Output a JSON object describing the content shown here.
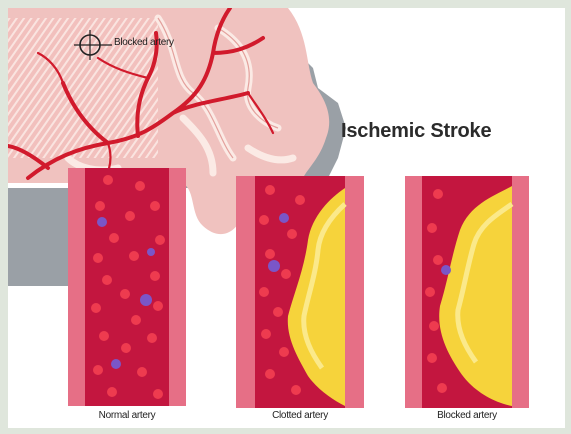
{
  "title": "Ischemic Stroke",
  "callout": "Blocked artery",
  "panels": [
    {
      "caption": "Normal artery",
      "state": "normal"
    },
    {
      "caption": "Clotted artery",
      "state": "clotted"
    },
    {
      "caption": "Blocked artery",
      "state": "blocked"
    }
  ],
  "colors": {
    "wall": "#e66f86",
    "blood": "#c3163f",
    "cell": "#ee3b4f",
    "platelet": "#7a56c8",
    "plaque": "#f6d33b",
    "brain": "#f0bfbc",
    "artery": "#d11a2c",
    "shadow": "#9ba0a7"
  }
}
